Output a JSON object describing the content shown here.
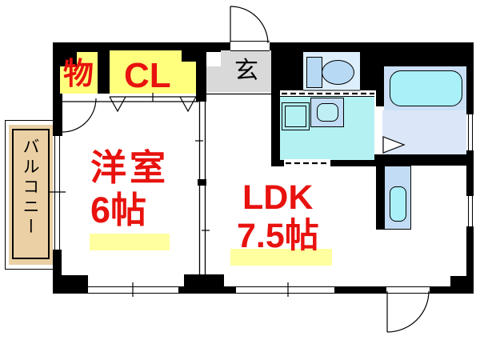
{
  "title": "apartment-floor-plan",
  "rooms": {
    "storage": {
      "label": "物"
    },
    "closet": {
      "label": "CL"
    },
    "entrance": {
      "label": "玄"
    },
    "western_room": {
      "label": "洋室",
      "size": "6帖"
    },
    "ldk": {
      "label": "LDK",
      "size": "7.5帖"
    },
    "balcony": {
      "label": "バルコニー"
    }
  },
  "fixtures": [
    "toilet",
    "bathtub",
    "wash-basin",
    "washing-machine-pan",
    "kitchen-sink"
  ],
  "colors": {
    "wall": "#000000",
    "label_red": "#e8120e",
    "closet_yellow": "#ffff7d",
    "highlight_yellow": "#ffffa0",
    "balcony_tan": "#ead0a4",
    "entrance_gray": "#d9d9d9",
    "toilet_room_bg": "#ddeffc",
    "fixture_blue": "#b8d9f3",
    "washroom_cyan": "#b4f1f3",
    "bath_bg": "#cbe0f6",
    "tub_cyan": "#aaf0f8",
    "hallway_blue": "#dbe7f8"
  }
}
